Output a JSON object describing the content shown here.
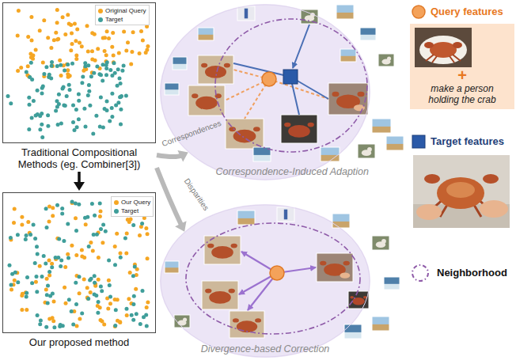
{
  "diagram": {
    "nodes": [
      {
        "text": [
          "Traditional Compositional Methods (eg. Combiner[3])"
        ]
      },
      {
        "text": [
          "Our proposed method"
        ]
      },
      {
        "text": [
          "Correspondence-Induced Adaption"
        ]
      },
      {
        "text": [
          "Divergence-based Correction"
        ]
      },
      {
        "text": [
          "Query features",
          "+",
          "make a person holding the crab"
        ]
      },
      {
        "text": [
          "Target features"
        ]
      }
    ],
    "edges": [
      {
        "from": 0,
        "to": 1,
        "arrow": "to"
      },
      {
        "from": 0,
        "to": 2,
        "label": "Correspondences",
        "arrow": "to"
      },
      {
        "from": 0,
        "to": 3,
        "label": "Disparities",
        "arrow": "to"
      }
    ],
    "legend": [
      {
        "text": "Original Query",
        "color": "#f5a623"
      },
      {
        "text": "Target",
        "color": "#3f9e9a"
      },
      {
        "text": "Our Query",
        "color": "#f5a623"
      },
      {
        "text": "Target",
        "color": "#3f9e9a"
      },
      {
        "text": "Neighborhood"
      }
    ]
  }
}
